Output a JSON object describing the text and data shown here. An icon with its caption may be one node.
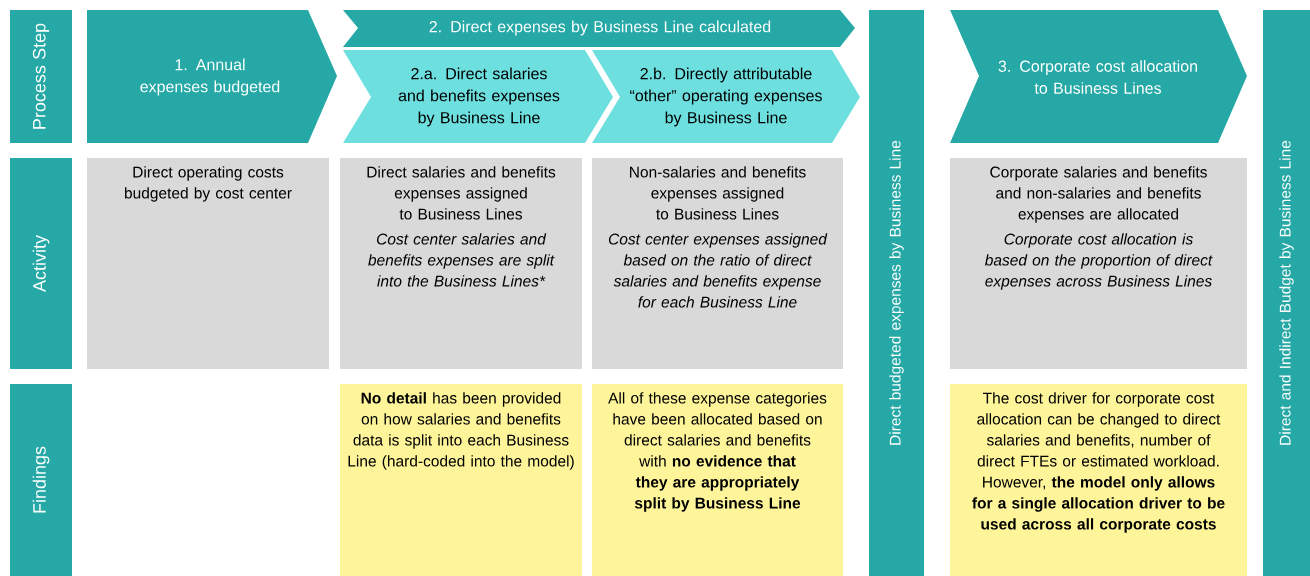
{
  "diagram": {
    "nodes": [
      {
        "text": [
          "Process Step"
        ]
      },
      {
        "text": [
          "Activity"
        ]
      },
      {
        "text": [
          "Findings"
        ]
      },
      {
        "text": [
          "1. Annual expenses budgeted"
        ]
      },
      {
        "text": [
          "2. Direct expenses by Business Line calculated"
        ]
      },
      {
        "text": [
          "2.a. Direct salaries and benefits expenses by Business Line"
        ]
      },
      {
        "text": [
          "2.b. Directly attributable “other” operating expenses by Business Line"
        ]
      },
      {
        "text": [
          "Direct budgeted expenses by Business Line"
        ]
      },
      {
        "text": [
          "3. Corporate cost allocation to Business Lines"
        ]
      },
      {
        "text": [
          "Direct and Indirect Budget by Business Line"
        ]
      },
      {
        "text": [
          "Direct operating costs budgeted by cost center"
        ]
      },
      {
        "text": [
          "Direct salaries and benefits expenses assigned to Business Lines",
          "Cost center salaries and benefits expenses are split into the Business Lines*"
        ]
      },
      {
        "text": [
          "Non-salaries and benefits expenses assigned to Business Lines",
          "Cost center expenses assigned based on the ratio of direct salaries and benefits expense for each Business Line"
        ]
      },
      {
        "text": [
          "Corporate salaries and benefits and non-salaries and benefits expenses are allocated",
          "Corporate cost allocation is based on the proportion of direct expenses across Business Lines"
        ]
      },
      {
        "text": [
          "**No detail** has been provided on how salaries and benefits data is split into each Business Line (hard-coded into the model)"
        ]
      },
      {
        "text": [
          "All of these expense categories have been allocated based on direct salaries and benefits with **no evidence that they are appropriately split by Business Line**"
        ]
      },
      {
        "text": [
          "The cost driver for corporate cost allocation can be changed to direct salaries and benefits, number of direct FTEs or estimated workload. However, **the model only allows for a single allocation driver to be used across all corporate costs**"
        ]
      }
    ]
  }
}
